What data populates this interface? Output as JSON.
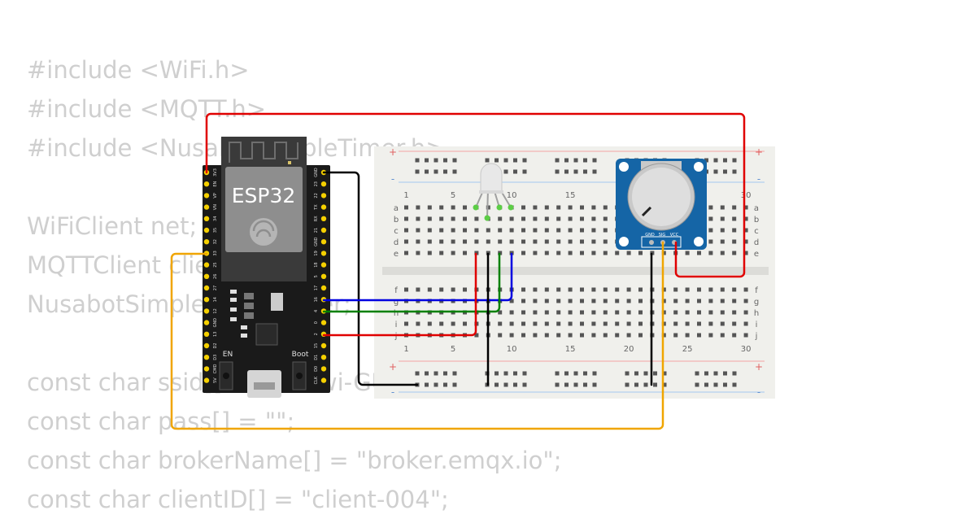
{
  "code": {
    "lines": [
      "#include <WiFi.h>",
      "#include <MQTT.h>",
      "#include <NusabotSimpleTimer.h>",
      "",
      "WiFiClient net;",
      "MQTTClient client;",
      "NusabotSimpleTimer timer;",
      "",
      "const char ssid[] = \"Wokwi-GUEST\";",
      "const char pass[] = \"\";",
      "const char brokerName[] = \"broker.emqx.io\";",
      "const char clientID[] = \"client-004\";"
    ]
  },
  "esp32": {
    "label": "ESP32",
    "en_label": "EN",
    "boot_label": "Boot",
    "left_pins": [
      "3V3",
      "EN",
      "VP",
      "VN",
      "34",
      "35",
      "32",
      "33",
      "25",
      "26",
      "27",
      "14",
      "12",
      "GND",
      "13",
      "D2",
      "D3",
      "CMD",
      "5V"
    ],
    "right_pins": [
      "GND",
      "23",
      "22",
      "TX",
      "RX",
      "21",
      "GND",
      "19",
      "18",
      "5",
      "17",
      "16",
      "4",
      "0",
      "2",
      "15",
      "D1",
      "D0",
      "CLK"
    ]
  },
  "breadboard": {
    "rail_plus": "+",
    "rail_minus": "-",
    "rows_top": [
      "a",
      "b",
      "c",
      "d",
      "e"
    ],
    "rows_bottom": [
      "f",
      "g",
      "h",
      "i",
      "j"
    ],
    "column_numbers_top": [
      "1",
      "5",
      "10",
      "15",
      "30"
    ],
    "column_numbers_bottom": [
      "1",
      "5",
      "10",
      "15",
      "20",
      "25",
      "30"
    ]
  },
  "potentiometer": {
    "pin_labels": [
      "GND",
      "SIG",
      "VCC"
    ]
  },
  "colors": {
    "wire_red": "#e00000",
    "wire_black": "#000000",
    "wire_blue": "#0000e0",
    "wire_green": "#008000",
    "wire_yellow": "#f0a500",
    "board": "#1a1a1a",
    "module_blue": "#1565a6",
    "breadboard": "#f0f0ec"
  }
}
